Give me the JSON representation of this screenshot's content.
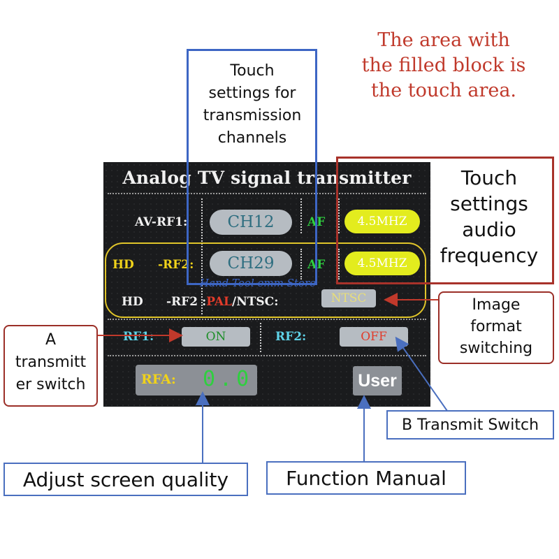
{
  "screen": {
    "title": "Analog TV signal transmitter",
    "row1": {
      "prefix": "AV-RF1:",
      "channel": "CH12",
      "af_label": "AF",
      "af_value": "4.5MHZ"
    },
    "row2": {
      "hd": "HD",
      "prefix": "-RF2:",
      "channel": "CH29",
      "af_label": "AF",
      "af_value": "4.5MHZ"
    },
    "row3": {
      "hd": "HD",
      "prefix": "-RF2 :",
      "pal": "PAL",
      "slash": "/",
      "ntsc": "NTSC:",
      "format_value": "NTSC"
    },
    "row4": {
      "rf1_label": "RF1:",
      "rf1_value": "ON",
      "rf2_label": "RF2:",
      "rf2_value": "OFF"
    },
    "row5": {
      "rfa_label": "RFA:",
      "rfa_value": "0.0",
      "user_label": "User"
    },
    "watermark": "Hand Tool emm Store",
    "colors": {
      "title": "#f1f1f1",
      "cyan": "#5fd3e8",
      "yellow": "#f0d21a",
      "green": "#2fcf3f",
      "red": "#e23b2a",
      "pill_yellow": "#e3ec1e"
    }
  },
  "annotations": {
    "note": [
      "The area with",
      "the filled block is",
      "the touch area."
    ],
    "channels": [
      "Touch",
      "settings for",
      "transmission",
      "channels"
    ],
    "audio": [
      "Touch",
      "settings",
      "audio",
      "frequency"
    ],
    "format": [
      "Image",
      "format",
      "switching"
    ],
    "a_switch": [
      "A",
      "transmitt",
      "er switch"
    ],
    "b_switch": "B Transmit Switch",
    "quality": "Adjust screen quality",
    "manual": "Function Manual"
  }
}
